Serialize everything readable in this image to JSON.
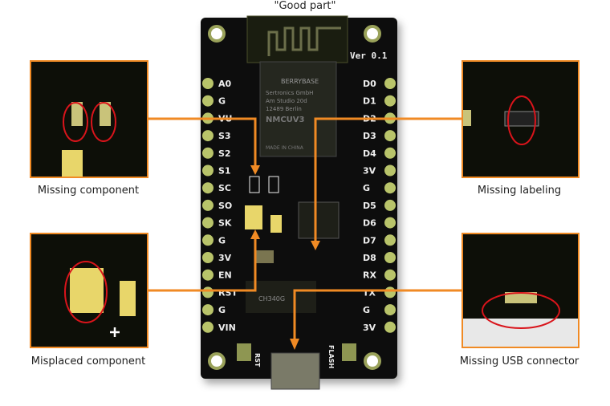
{
  "title": "\"Good part\"",
  "callouts": [
    {
      "label": "Missing component"
    },
    {
      "label": "Missing labeling"
    },
    {
      "label": "Misplaced component"
    },
    {
      "label": "Missing USB connector"
    }
  ],
  "board": {
    "version": "Ver 0.1",
    "left_pins": [
      "A0",
      "G",
      "VU",
      "S3",
      "S2",
      "S1",
      "SC",
      "SO",
      "SK",
      "G",
      "3V",
      "EN",
      "RST",
      "G",
      "VIN"
    ],
    "right_pins": [
      "D0",
      "D1",
      "D2",
      "D3",
      "D4",
      "3V",
      "G",
      "D5",
      "D6",
      "D7",
      "D8",
      "RX",
      "TX",
      "G",
      "3V"
    ],
    "module": {
      "brand": "BERRYBASE",
      "line1": "Sertronics GmbH",
      "line2": "Am Studio 20d",
      "line3": "12489 Berlin",
      "model": "NMCUV3",
      "origin": "MADE IN CHINA"
    },
    "usb_chip": "CH340G",
    "buttons": {
      "reset": "RST",
      "flash": "FLASH"
    }
  },
  "colors": {
    "accent": "#f08a24",
    "highlight": "#d9141b",
    "pcb": "#0d0f08",
    "pad": "#b9c46a"
  }
}
